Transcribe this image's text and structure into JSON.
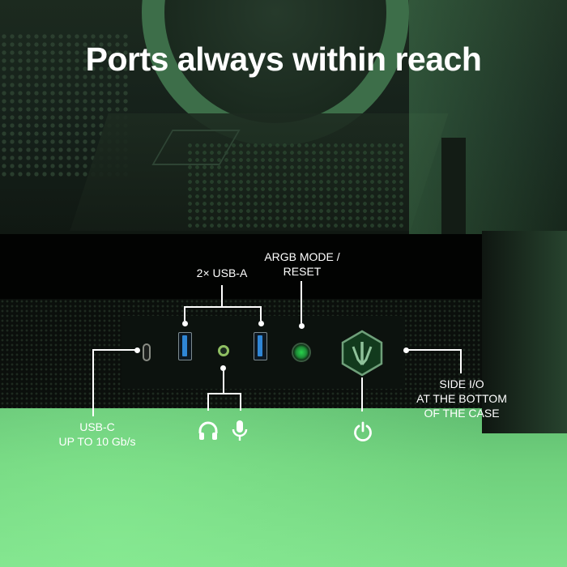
{
  "headline": "Ports always within reach",
  "callouts": {
    "usb_a": "2× USB-A",
    "argb_line1": "ARGB MODE /",
    "argb_line2": "RESET",
    "usb_c_line1": "USB-C",
    "usb_c_line2": "UP TO 10 Gb/s",
    "side_line1": "SIDE I/O",
    "side_line2": "AT THE BOTTOM",
    "side_line3": "OF THE CASE"
  },
  "icons": {
    "headphones": "headphones-icon",
    "microphone": "microphone-icon",
    "power": "power-icon",
    "logo": "brand-logo-icon"
  },
  "colors": {
    "background_green": "#5fae73",
    "usb_blue": "#2f86d6",
    "argb_green": "#27d24b",
    "text": "#ffffff"
  }
}
